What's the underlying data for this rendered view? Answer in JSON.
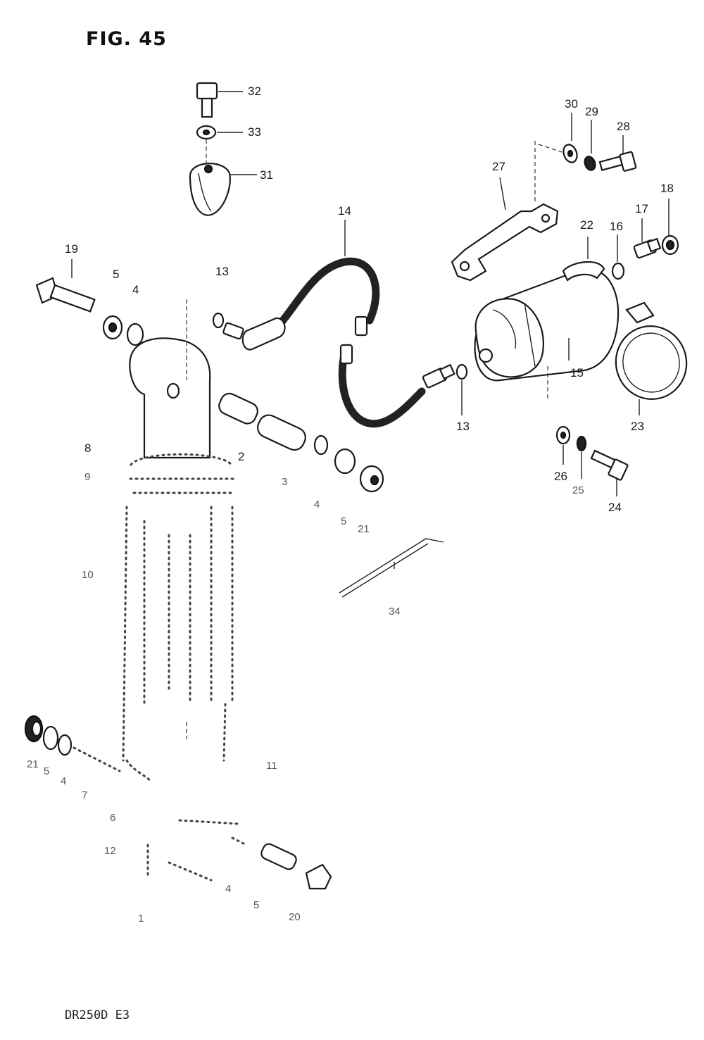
{
  "figure_title": "FIG. 45",
  "footer_model": "DR250D E3",
  "callouts": [
    {
      "id": "c32",
      "text": "32"
    },
    {
      "id": "c33",
      "text": "33"
    },
    {
      "id": "c31",
      "text": "31"
    },
    {
      "id": "c30",
      "text": "30"
    },
    {
      "id": "c29",
      "text": "29"
    },
    {
      "id": "c28",
      "text": "28"
    },
    {
      "id": "c27",
      "text": "27"
    },
    {
      "id": "c18",
      "text": "18"
    },
    {
      "id": "c17",
      "text": "17"
    },
    {
      "id": "c16",
      "text": "16"
    },
    {
      "id": "c22",
      "text": "22"
    },
    {
      "id": "c14",
      "text": "14"
    },
    {
      "id": "c19",
      "text": "19"
    },
    {
      "id": "c13a",
      "text": "13"
    },
    {
      "id": "c5a",
      "text": "5"
    },
    {
      "id": "c4a",
      "text": "4"
    },
    {
      "id": "c15",
      "text": "15"
    },
    {
      "id": "c13b",
      "text": "13"
    },
    {
      "id": "c23",
      "text": "23"
    },
    {
      "id": "c8",
      "text": "8"
    },
    {
      "id": "c9",
      "text": "9"
    },
    {
      "id": "c2",
      "text": "2"
    },
    {
      "id": "c3",
      "text": "3"
    },
    {
      "id": "c4b",
      "text": "4"
    },
    {
      "id": "c5b",
      "text": "5"
    },
    {
      "id": "c21a",
      "text": "21"
    },
    {
      "id": "c26",
      "text": "26"
    },
    {
      "id": "c25",
      "text": "25"
    },
    {
      "id": "c24",
      "text": "24"
    },
    {
      "id": "c10",
      "text": "10"
    },
    {
      "id": "c34",
      "text": "34"
    },
    {
      "id": "c21b",
      "text": "21"
    },
    {
      "id": "c5c",
      "text": "5"
    },
    {
      "id": "c4c",
      "text": "4"
    },
    {
      "id": "c7",
      "text": "7"
    },
    {
      "id": "c11",
      "text": "11"
    },
    {
      "id": "c6",
      "text": "6"
    },
    {
      "id": "c12",
      "text": "12"
    },
    {
      "id": "c4d",
      "text": "4"
    },
    {
      "id": "c5d",
      "text": "5"
    },
    {
      "id": "c1",
      "text": "1"
    },
    {
      "id": "c20",
      "text": "20"
    }
  ]
}
